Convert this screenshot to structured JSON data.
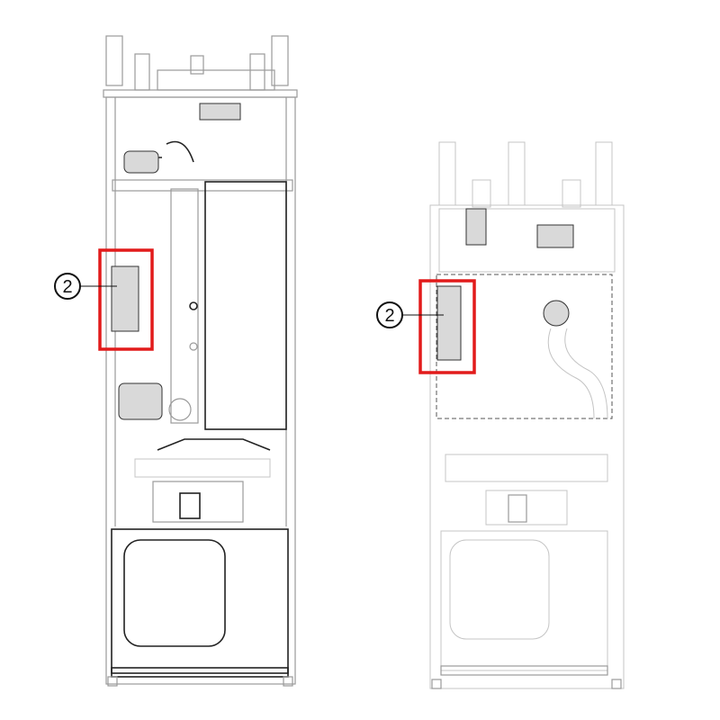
{
  "callouts": [
    {
      "label": "2",
      "unit": "left"
    },
    {
      "label": "2",
      "unit": "right"
    }
  ],
  "colors": {
    "highlight": "#e21b1b",
    "outline": "#222222",
    "line": "#9a9a9a"
  }
}
